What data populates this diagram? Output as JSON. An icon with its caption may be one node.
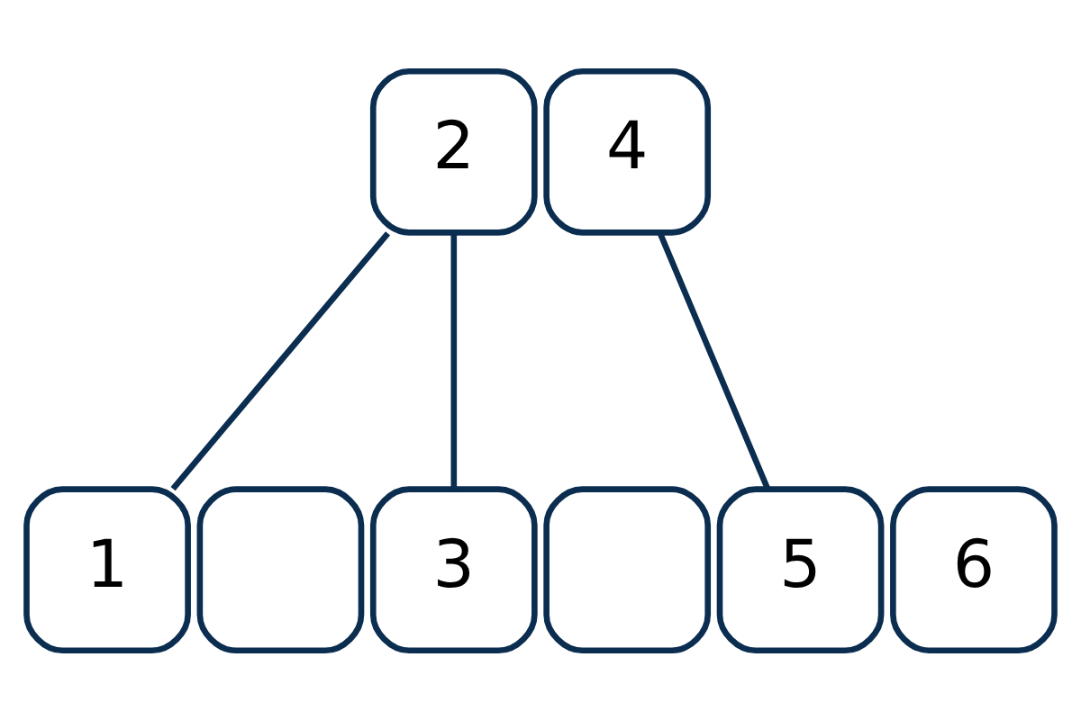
{
  "diagram": {
    "nodes": [
      {
        "text": [
          "2"
        ]
      },
      {
        "text": [
          "4"
        ]
      },
      {
        "text": [
          "1"
        ]
      },
      {
        "text": [],
        "shape": "box"
      },
      {
        "text": [
          "3"
        ]
      },
      {
        "text": [],
        "shape": "box"
      },
      {
        "text": [
          "5"
        ]
      },
      {
        "text": [
          "6"
        ]
      }
    ],
    "edges": [
      {
        "from": 0,
        "to": 2,
        "arrow": "none"
      },
      {
        "from": 0,
        "to": 4,
        "arrow": "none"
      },
      {
        "from": 1,
        "to": 6,
        "arrow": "none"
      }
    ]
  }
}
